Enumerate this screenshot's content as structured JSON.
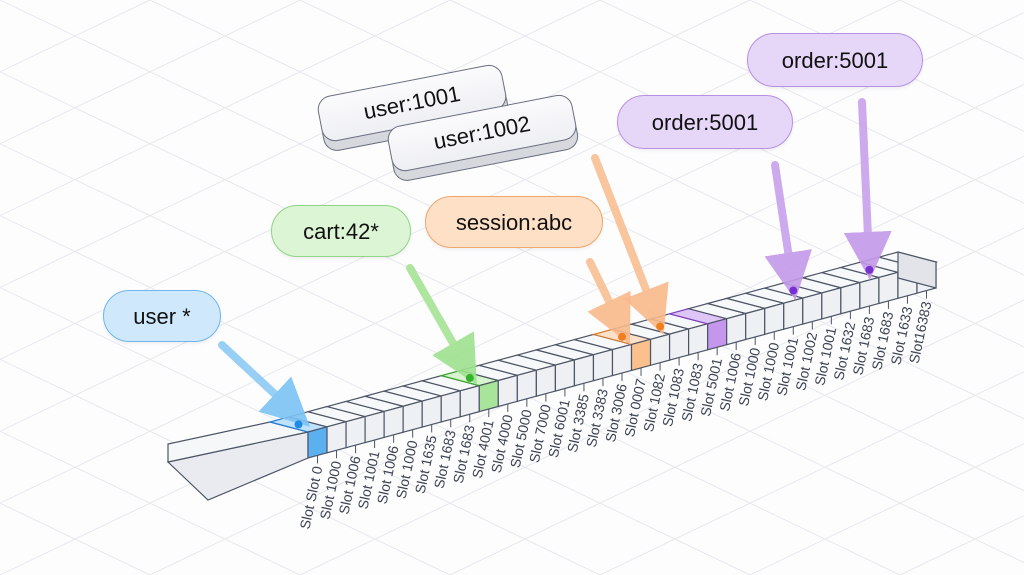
{
  "diagram": {
    "type": "hash-slot-mapping",
    "colors": {
      "blue": "#4aa8ee",
      "green": "#7fd66e",
      "orange": "#f7a55c",
      "purple": "#a866e0",
      "slot_face": "#eef0f4",
      "slot_border": "#4d5566",
      "grid": "#e6e8ee"
    },
    "keys": [
      {
        "label": "user:1001",
        "style": "3d-key",
        "color": "neutral"
      },
      {
        "label": "user:1002",
        "style": "3d-key",
        "color": "neutral"
      },
      {
        "label": "user *",
        "style": "pill",
        "color": "blue"
      },
      {
        "label": "cart:42*",
        "style": "pill",
        "color": "green"
      },
      {
        "label": "session:abc",
        "style": "pill",
        "color": "orange"
      },
      {
        "label": "order:5001",
        "style": "pill",
        "color": "purple"
      },
      {
        "label": "order:5001",
        "style": "pill",
        "color": "purple"
      }
    ],
    "slot_labels": [
      "Slot Slot 0",
      "Slot 1000",
      "Slot 1006",
      "Slot 1001",
      "Slot 1006",
      "Slot 1000",
      "Slot 1635",
      "Slot 1683",
      "Slot 1683",
      "Slot 4001",
      "Slot 4000",
      "Slot 5000",
      "Slot 7000",
      "Slot 6001",
      "Slot 3385",
      "Slot 3383",
      "Slot 3006",
      "Slot 0007",
      "Slot 1082",
      "Slot 1083",
      "Slot 1083",
      "Slot 5001",
      "Slot 1006",
      "Slot 1000",
      "Slot 1000",
      "Slot 1001",
      "Slot 1002",
      "Slot 1001",
      "Slot 1632",
      "Slot 1683",
      "Slot 1683",
      "Slot 1633",
      "Slot16383"
    ],
    "highlighted_slots": [
      {
        "slot_index": 0,
        "color": "blue"
      },
      {
        "slot_index": 9,
        "color": "green"
      },
      {
        "slot_index": 17,
        "color": "orange"
      },
      {
        "slot_index": 21,
        "color": "purple"
      }
    ],
    "arrows": [
      {
        "from_key": 2,
        "to_slot": 0,
        "color": "blue"
      },
      {
        "from_key": 3,
        "to_slot": 9,
        "color": "green"
      },
      {
        "from_key": 4,
        "to_slot": 17,
        "color": "orange"
      },
      {
        "from_key": 4,
        "to_slot": 19,
        "color": "orange"
      },
      {
        "from_key": 5,
        "to_slot": 26,
        "color": "purple"
      },
      {
        "from_key": 6,
        "to_slot": 30,
        "color": "purple"
      }
    ]
  }
}
